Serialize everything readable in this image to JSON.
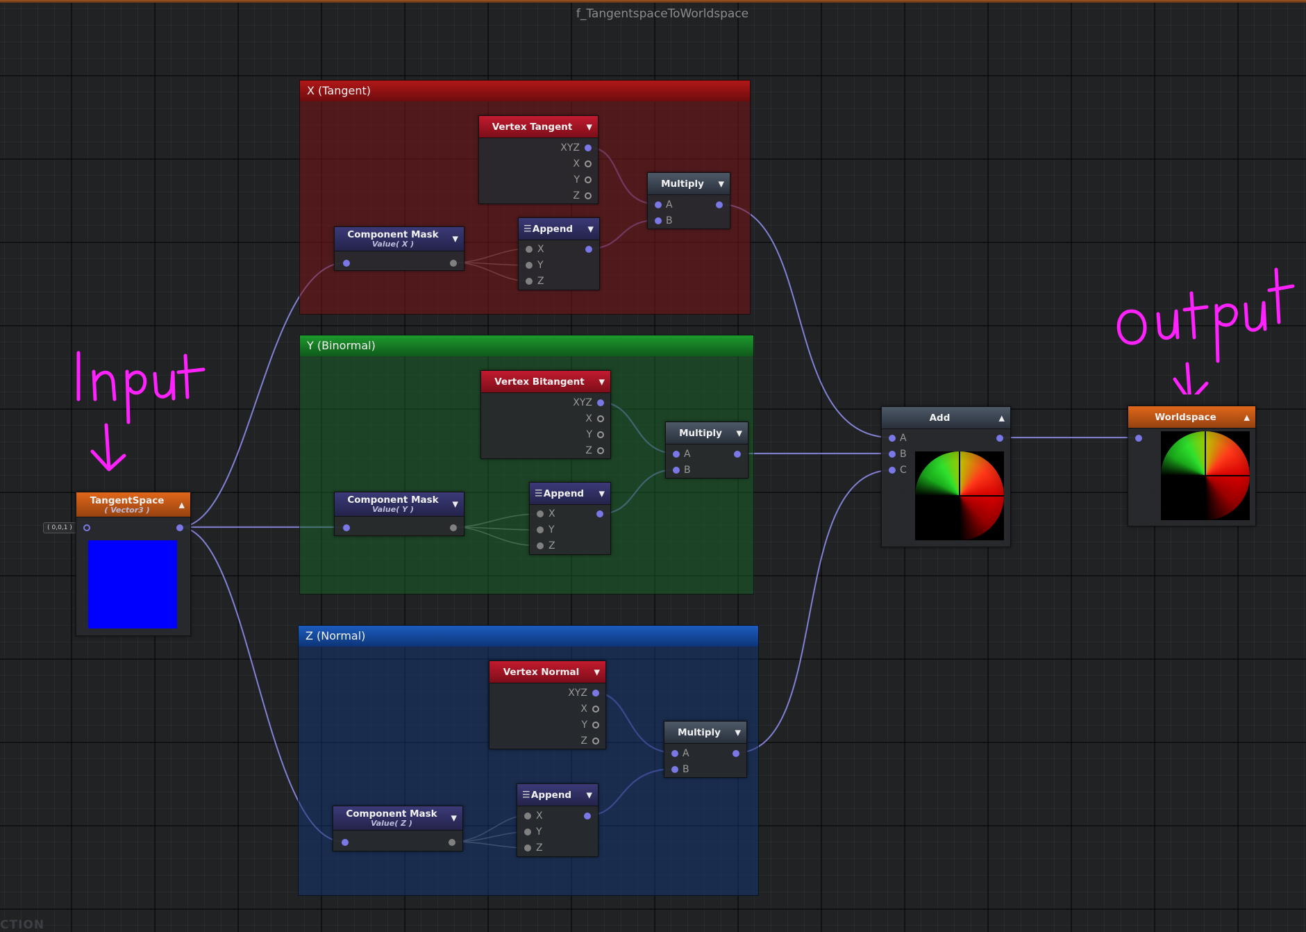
{
  "graph_title": "f_TangentspaceToWorldspace",
  "groups": {
    "x": {
      "title": "X (Tangent)"
    },
    "y": {
      "title": "Y (Binormal)"
    },
    "z": {
      "title": "Z (Normal)"
    }
  },
  "nodes": {
    "vertex_tangent": {
      "title": "Vertex Tangent",
      "ports": [
        "XYZ",
        "X",
        "Y",
        "Z"
      ]
    },
    "vertex_bitangent": {
      "title": "Vertex Bitangent",
      "ports": [
        "XYZ",
        "X",
        "Y",
        "Z"
      ]
    },
    "vertex_normal": {
      "title": "Vertex Normal",
      "ports": [
        "XYZ",
        "X",
        "Y",
        "Z"
      ]
    },
    "multiply": {
      "title": "Multiply",
      "inputs": [
        "A",
        "B"
      ]
    },
    "append": {
      "title": "Append",
      "inputs": [
        "X",
        "Y",
        "Z"
      ]
    },
    "mask_x": {
      "title": "Component Mask",
      "subtitle": "Value( X )"
    },
    "mask_y": {
      "title": "Component Mask",
      "subtitle": "Value( Y )"
    },
    "mask_z": {
      "title": "Component Mask",
      "subtitle": "Value( Z )"
    },
    "tangentspace": {
      "title": "TangentSpace",
      "subtitle": "( Vector3 )",
      "default_value": "( 0,0,1 )",
      "preview_color": "#0000ff"
    },
    "add": {
      "title": "Add",
      "inputs": [
        "A",
        "B",
        "C"
      ]
    },
    "worldspace": {
      "title": "Worldspace"
    }
  },
  "annotations": {
    "input": "Input",
    "output": "Output",
    "color": "#ff22ff"
  },
  "footer_text": "CTION",
  "colors": {
    "wire": "#7f7ee8",
    "pin": "#7a78e6",
    "group_x": "#b21717",
    "group_y": "#1d9a2c",
    "group_z": "#1c5cbf",
    "node_header_red": "#c21a2e",
    "node_header_orange": "#e0671a"
  },
  "icons": {
    "collapse": "chevron-down-icon",
    "expand": "chevron-up-icon",
    "menu": "hamburger-icon"
  }
}
